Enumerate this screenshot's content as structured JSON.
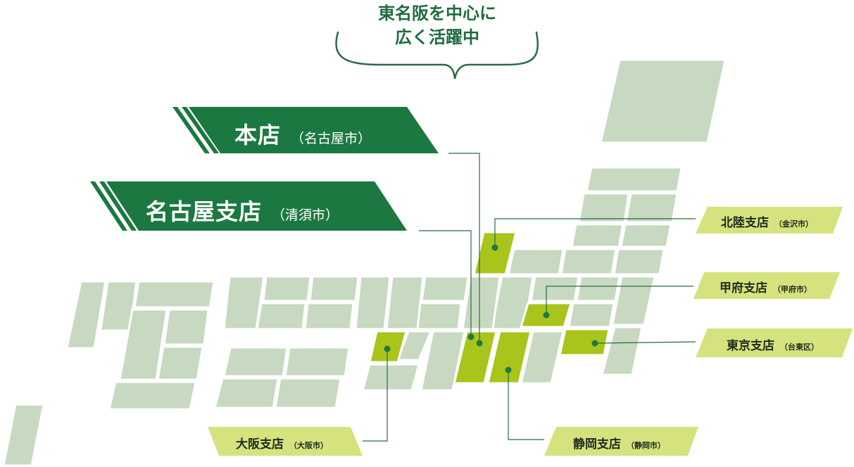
{
  "callout": {
    "line1": "東名阪を中心に",
    "line2": "広く活躍中"
  },
  "offices": {
    "head": {
      "name": "本店",
      "city": "（名古屋市）"
    },
    "nagoya": {
      "name": "名古屋支店",
      "city": "（清須市）"
    },
    "hokuriku": {
      "name": "北陸支店",
      "city": "（金沢市）"
    },
    "kofu": {
      "name": "甲府支店",
      "city": "（甲府市）"
    },
    "tokyo": {
      "name": "東京支店",
      "city": "（台東区）"
    },
    "osaka": {
      "name": "大阪支店",
      "city": "（大阪市）"
    },
    "shizuoka": {
      "name": "静岡支店",
      "city": "（静岡市）"
    }
  },
  "colors": {
    "prefecture": "#c7d9c1",
    "highlight": "#a9c41b",
    "banner_dark": "#1c7841",
    "banner_light": "#d6e27d",
    "line": "#2b6b45"
  }
}
